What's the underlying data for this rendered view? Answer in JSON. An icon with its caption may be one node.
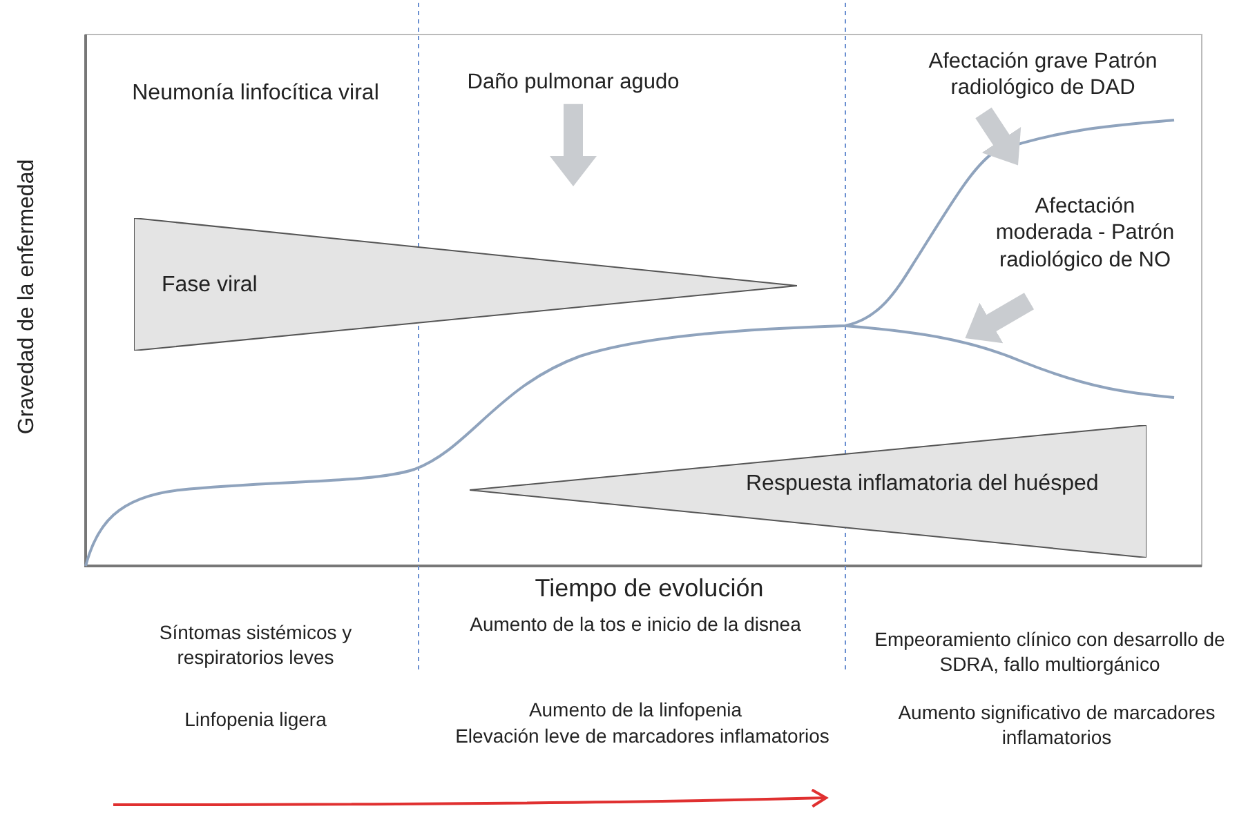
{
  "diagram": {
    "nodes": [
      {
        "text": [
          "Daño pulmonar agudo"
        ]
      },
      {
        "text": [
          "Afectación grave Patrón radiológico de DAD"
        ]
      },
      {
        "text": [
          "Afectación moderada - Patrón radiológico de NO"
        ]
      },
      {
        "text": [
          "Fase viral"
        ]
      },
      {
        "text": [
          "Respuesta inflamatoria del huésped"
        ]
      },
      {
        "text": [],
        "shape": "curve"
      },
      {
        "text": [],
        "shape": "curve"
      }
    ],
    "edges": [
      {
        "from": 0,
        "to": null,
        "arrow": "to"
      },
      {
        "from": 1,
        "to": 5,
        "arrow": "to"
      },
      {
        "from": 2,
        "to": 6,
        "arrow": "to"
      }
    ],
    "labels": [
      "Neumonía linfocítica viral",
      "Gravedad de la enfermedad",
      "Tiempo de evolución",
      "Síntomas sistémicos y respiratorios leves",
      "Aumento de la tos e inicio de la disnea",
      "Empeoramiento clínico con desarrollo de SDRA, fallo multiorgánico",
      "Linfopenia ligera",
      "Aumento de la linfopenia",
      "Elevación leve de marcadores inflamatorios",
      "Aumento significativo de marcadores inflamatorios"
    ]
  }
}
